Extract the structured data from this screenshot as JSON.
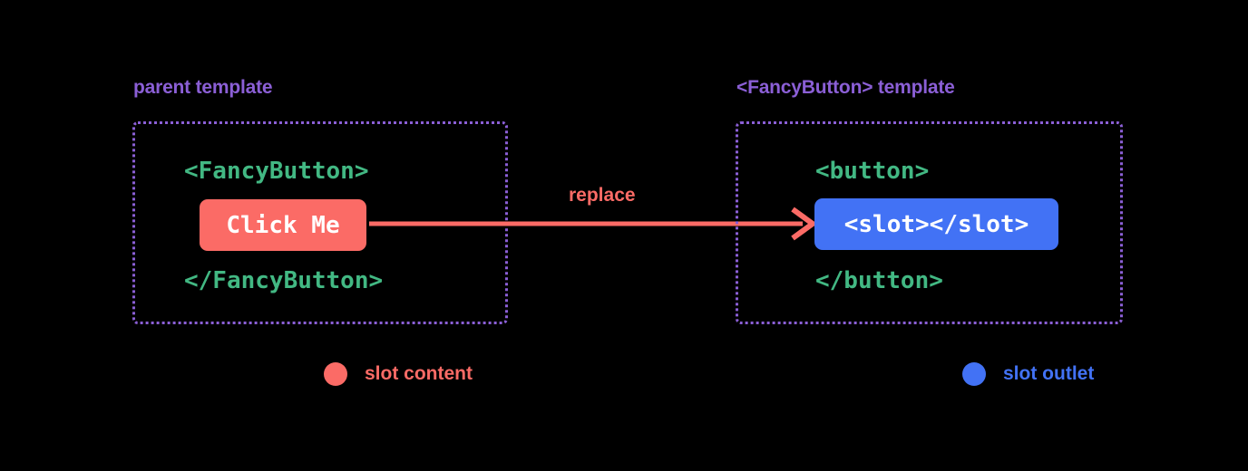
{
  "background_color": "#000000",
  "colors": {
    "heading_purple": "#8B5FD6",
    "code_green": "#42B883",
    "slot_content_red": "#FB6B66",
    "slot_outlet_blue": "#4272F5",
    "chip_text": "#FFFFFF"
  },
  "panels": [
    {
      "id": "parent-template",
      "title": "parent template",
      "lines": [
        {
          "kind": "code",
          "text": "<FancyButton>"
        },
        {
          "kind": "chip",
          "text": "Click Me",
          "color": "#FB6B66"
        },
        {
          "kind": "code",
          "text": "</FancyButton>"
        }
      ]
    },
    {
      "id": "fancybutton-template",
      "title": "<FancyButton> template",
      "lines": [
        {
          "kind": "code",
          "text": "<button>"
        },
        {
          "kind": "chip",
          "text": "<slot></slot>",
          "color": "#4272F5"
        },
        {
          "kind": "code",
          "text": "</button>"
        }
      ]
    }
  ],
  "arrow": {
    "label": "replace",
    "color": "#FB6B66",
    "direction": "left-to-right"
  },
  "legend": [
    {
      "label": "slot content",
      "color": "#FB6B66"
    },
    {
      "label": "slot outlet",
      "color": "#4272F5"
    }
  ]
}
